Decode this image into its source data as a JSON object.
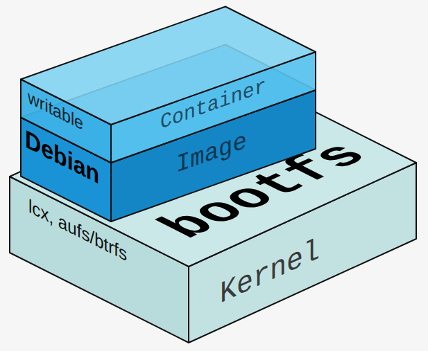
{
  "diagram": {
    "nodes": [
      {
        "text": [
          "writable",
          "Container"
        ]
      },
      {
        "text": [
          "Debian",
          "Image"
        ]
      },
      {
        "text": [
          "lcx, aufs/btrfs",
          "bootfs",
          "Kernel"
        ]
      }
    ]
  }
}
